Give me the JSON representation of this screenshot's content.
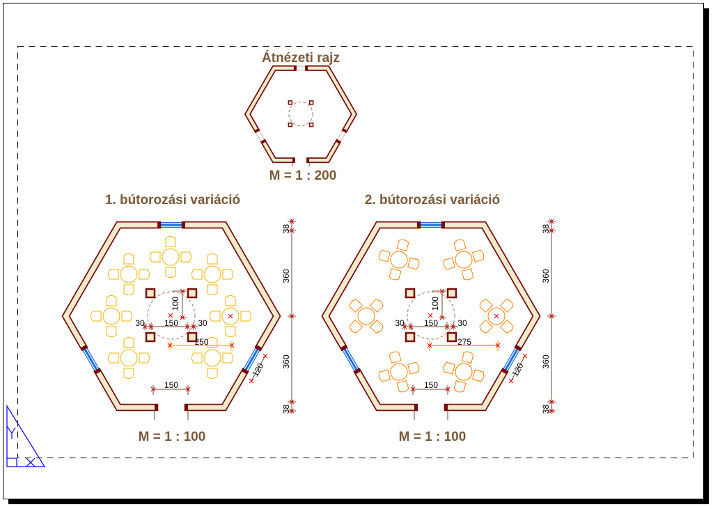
{
  "titles": {
    "overview": "Átnézeti rajz",
    "overview_scale": "M = 1 : 200",
    "variant1": "1. bútorozási variáció",
    "variant1_scale": "M = 1 : 100",
    "variant2": "2. bútorozási variáció",
    "variant2_scale": "M = 1 : 100"
  },
  "plan1": {
    "dims": {
      "side_gap_left": "30",
      "column_span": "150",
      "side_gap_right": "30",
      "column_offset": "100",
      "table_reach": "250",
      "door_width": "150",
      "window_width": "120"
    },
    "vertical_dims": [
      "38",
      "360",
      "360",
      "38"
    ]
  },
  "plan2": {
    "dims": {
      "side_gap_left": "30",
      "column_span": "150",
      "side_gap_right": "30",
      "column_offset": "100",
      "table_reach": "275",
      "door_width": "150",
      "window_width": "120"
    },
    "vertical_dims": [
      "38",
      "360",
      "360",
      "38"
    ]
  },
  "colors": {
    "wall_outline": "#7a0a0a",
    "wall_fill": "#efebcc",
    "window": "#1a6fe0",
    "furniture1": "#f5b400",
    "furniture2": "#ff7f00",
    "dimension": "#6b4a2a",
    "dim_mark": "#e00000",
    "title": "#7a5a38"
  }
}
